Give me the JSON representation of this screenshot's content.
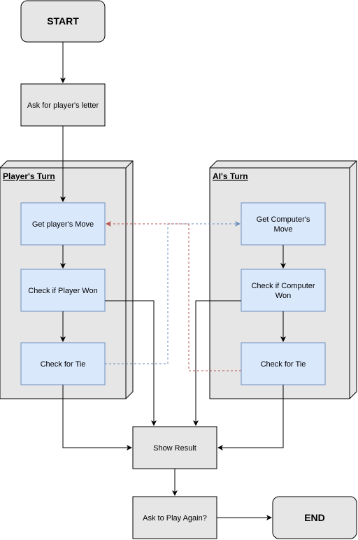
{
  "diagram": {
    "start": "START",
    "ask_letter": "Ask for player's letter",
    "player_turn": {
      "title": "Player's Turn",
      "get_move": "Get player's Move",
      "check_won": "Check if Player Won",
      "check_tie": "Check for Tie"
    },
    "ai_turn": {
      "title": "AI's Turn",
      "get_move_line1": "Get Computer's",
      "get_move_line2": "Move",
      "check_won_line1": "Check if Computer",
      "check_won_line2": "Won",
      "check_tie": "Check for Tie"
    },
    "show_result": "Show Result",
    "ask_again": "Ask to Play Again?",
    "end": "END"
  },
  "colors": {
    "node_fill": "#e6e6e6",
    "process_fill": "#dae8fc",
    "process_stroke": "#6c8ebf",
    "dashed_red": "#b85450",
    "dashed_blue": "#6c8ebf",
    "line": "#000000"
  }
}
